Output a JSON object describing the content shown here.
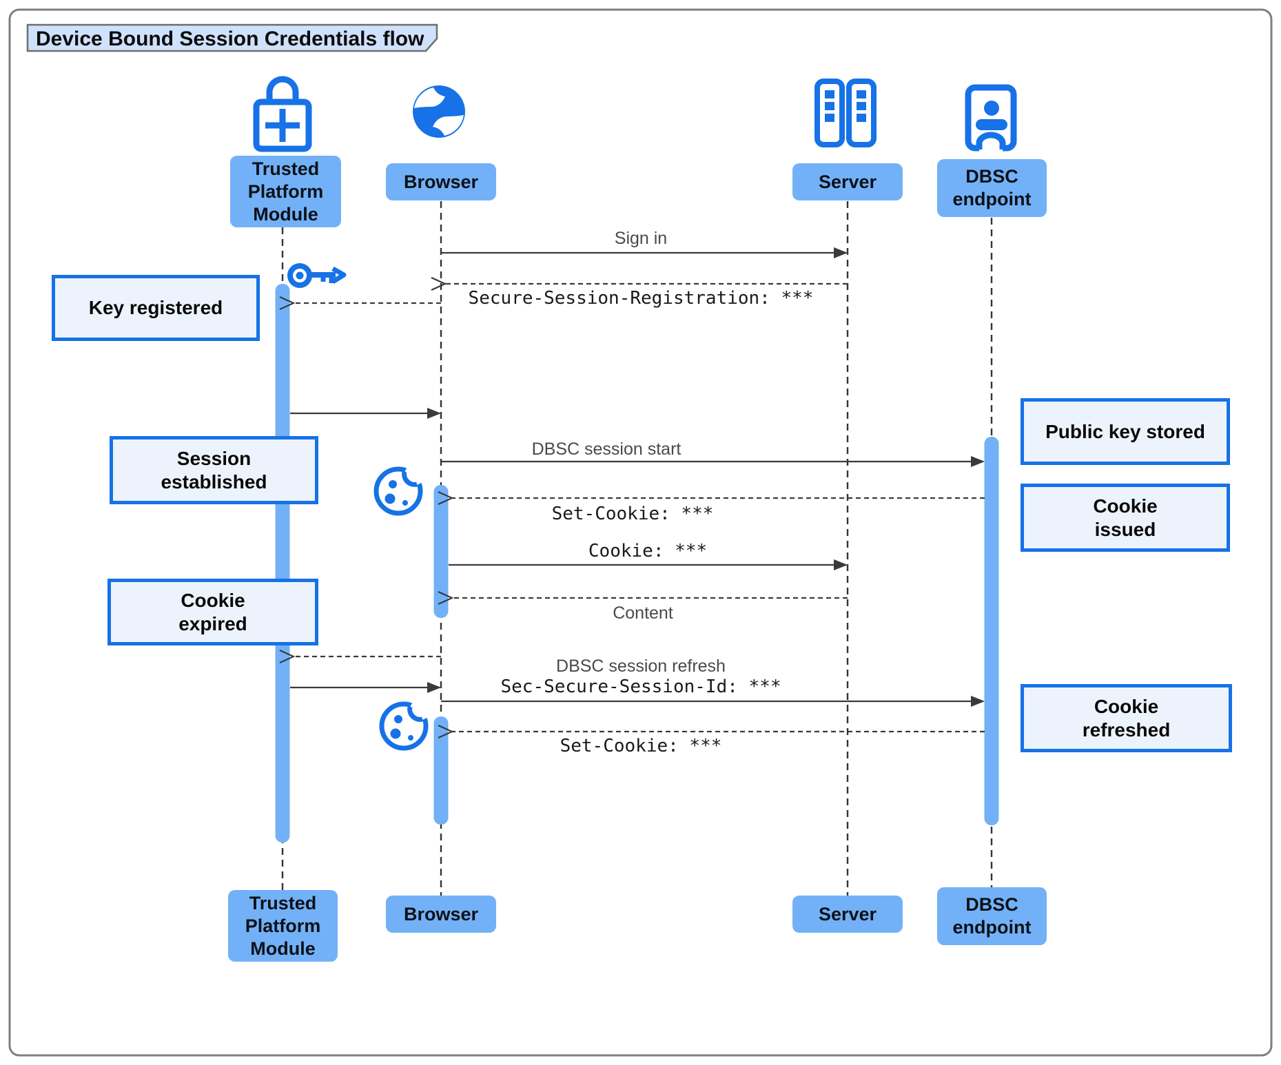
{
  "title": "Device Bound Session Credentials flow",
  "actors": {
    "tpm": {
      "label": "Trusted\nPlatform\nModule",
      "icon": "lock-plus-icon"
    },
    "browser": {
      "label": "Browser",
      "icon": "globe-icon"
    },
    "server": {
      "label": "Server",
      "icon": "server-rack-icon"
    },
    "dbsc": {
      "label": "DBSC\nendpoint",
      "icon": "door-person-icon"
    }
  },
  "notes": {
    "key_registered": "Key registered",
    "session_established": "Session\nestablished",
    "cookie_expired": "Cookie\nexpired",
    "public_key_stored": "Public key stored",
    "cookie_issued": "Cookie\nissued",
    "cookie_refreshed": "Cookie\nrefreshed"
  },
  "messages": {
    "sign_in": "Sign in",
    "secure_session_registration": "Secure-Session-Registration: ***",
    "dbsc_session_start": "DBSC session start",
    "set_cookie_1": "Set-Cookie: ***",
    "cookie": "Cookie: ***",
    "content": "Content",
    "dbsc_session_refresh": "DBSC session refresh",
    "sec_secure_session_id": "Sec-Secure-Session-Id: ***",
    "set_cookie_2": "Set-Cookie: ***"
  },
  "icons": {
    "tpm": "lock-plus-icon",
    "browser": "globe-icon",
    "server": "server-rack-icon",
    "dbsc": "door-person-icon",
    "key": "key-icon",
    "cookie": "cookie-icon"
  },
  "colors": {
    "accent": "#1672e6",
    "actor_label_fill": "#72b1f7",
    "activation_bar_fill": "#72b1f7",
    "note_fill": "#edf3fc",
    "note_border": "#1672e6",
    "title_tab_fill": "#cfe1fb",
    "frame_border": "#7f7f7f",
    "line": "#3a3a3a"
  }
}
